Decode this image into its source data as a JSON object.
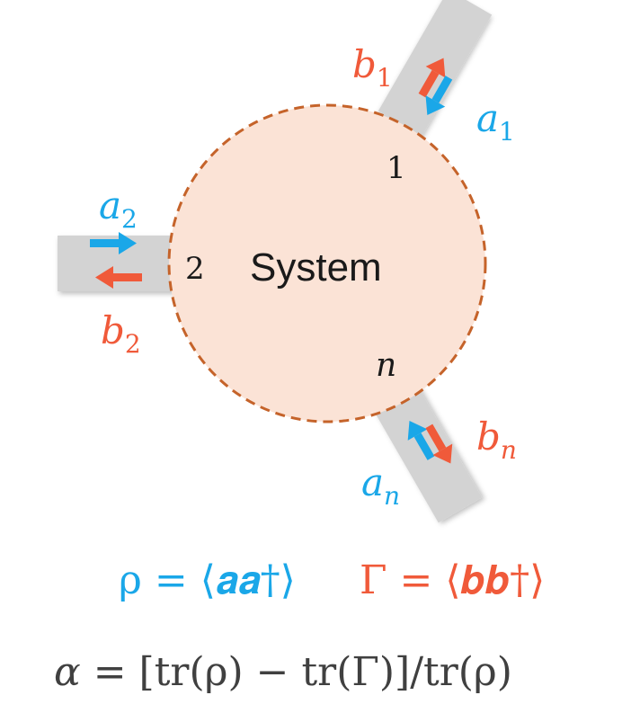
{
  "colors": {
    "input_blue": "#1aa7e8",
    "output_red": "#f05a3a",
    "system_fill": "#fbe3d6",
    "system_border": "#c5632a",
    "port_gray": "#d3d3d3",
    "text_dark": "#1a1a1a",
    "formula_gray": "#404040"
  },
  "system": {
    "label": "System"
  },
  "ports": [
    {
      "index": "1",
      "in_sym": "a",
      "in_sub": "1",
      "out_sym": "b",
      "out_sub": "1"
    },
    {
      "index": "2",
      "in_sym": "a",
      "in_sub": "2",
      "out_sym": "b",
      "out_sub": "2"
    },
    {
      "index": "n",
      "in_sym": "a",
      "in_sub": "n",
      "out_sym": "b",
      "out_sub": "n"
    }
  ],
  "formulas": {
    "rho": "ρ = ⟨𝒂𝒂†⟩",
    "gamma": "Γ = ⟨𝒃𝒃†⟩",
    "alpha_lhs": "α",
    "alpha_rhs": " = [tr(ρ) − tr(Γ)]/tr(ρ)"
  }
}
